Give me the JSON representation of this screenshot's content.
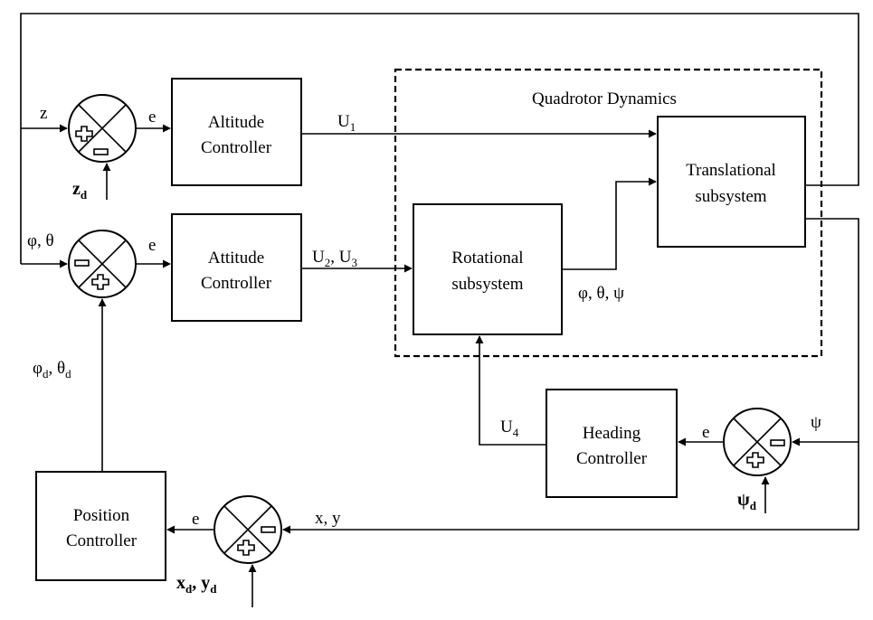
{
  "dynamics": {
    "title": "Quadrotor Dynamics"
  },
  "blocks": {
    "altitude": {
      "line1": "Altitude",
      "line2": "Controller"
    },
    "attitude": {
      "line1": "Attitude",
      "line2": "Controller"
    },
    "rotational": {
      "line1": "Rotational",
      "line2": "subsystem"
    },
    "translational": {
      "line1": "Translational",
      "line2": "subsystem"
    },
    "heading": {
      "line1": "Heading",
      "line2": "Controller"
    },
    "position": {
      "line1": "Position",
      "line2": "Controller"
    }
  },
  "signals": {
    "z": "z",
    "zd": "z",
    "zd_sub": "d",
    "phi_theta": "φ, θ",
    "e": "e",
    "u1": "U",
    "u1_sub": "1",
    "u2": "U",
    "u2_sub": "2",
    "u3": "U",
    "u3_sub": "3",
    "u23_sep": ", ",
    "u4": "U",
    "u4_sub": "4",
    "phi_theta_psi": "φ, θ, ψ",
    "phid": "φ",
    "thetad": "θ",
    "sep": ", ",
    "d": "d",
    "psi": "ψ",
    "psid": "ψ",
    "xy": "x, y",
    "xd": "x",
    "yd": "y"
  }
}
